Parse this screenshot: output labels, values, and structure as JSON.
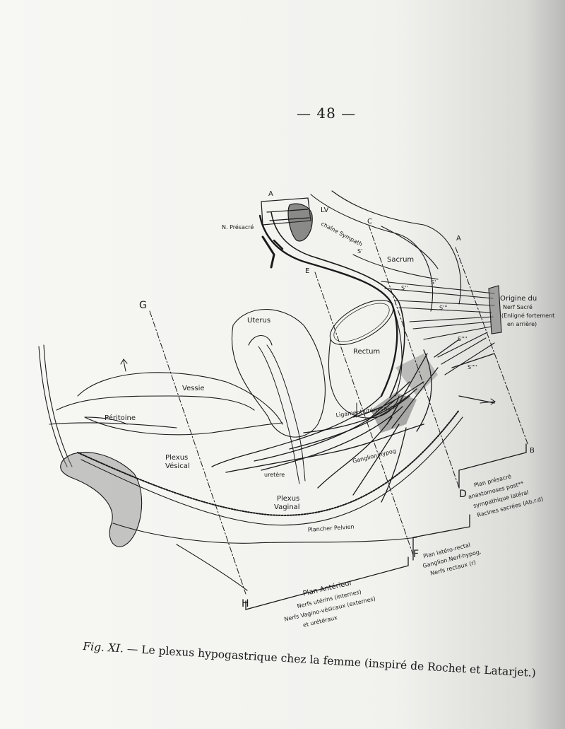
{
  "page_number": "— 48 —",
  "caption": {
    "prefix": "Fig. XI.",
    "text": "— Le plexus hypogastrique chez la femme (inspiré de Rochet et Latarjet.)"
  },
  "labels": {
    "plane_a_top": "A",
    "plane_a_right": "A",
    "plane_b": "B",
    "plane_c": "C",
    "plane_d": "D",
    "plane_e": "E",
    "plane_f": "F",
    "plane_g": "G",
    "plane_h": "H",
    "lv": "LV",
    "n_presacre": "N. Présacré",
    "chaine_sympath": "chaîne Sympath",
    "sacrum": "Sacrum",
    "s1": "S'",
    "s1b": "S'",
    "s2": "S''",
    "s3": "S'''",
    "s4": "S''''",
    "s5": "S''''",
    "origine_nerf_sacre": [
      "Origine du",
      "Nerf Sacré",
      "(Enligné fortement",
      "en arrière)"
    ],
    "uterus": "Uterus",
    "rectum": "Rectum",
    "vessie": "Vessie",
    "peritoine": "Péritoine",
    "plexus_vesical": [
      "Plexus",
      "Vésical"
    ],
    "plexus_vaginal": [
      "Plexus",
      "Vaginal"
    ],
    "uretere": "uretère",
    "ligament_utero_sacre": "Ligament utéro-sacré",
    "ganglion_hypog": "Ganglion hypog",
    "plancher_pelvien": "Plancher Pelvien",
    "plan_presacre": [
      "Plan présacré",
      "anastomoses post**",
      "sympathique latéral",
      "Racines sacrées (Ab.r.d)"
    ],
    "plan_latero_rectal": [
      "Plan latéro-rectal",
      "Ganglion.Nerf-hypog.",
      "Nerfs rectaux (r)"
    ],
    "plan_anterieur": [
      "Plan Antérieur",
      "Nerfs utérins (internes)",
      "Nerfs Vagino-vésicaux (externes)",
      "et urétéraux"
    ]
  },
  "colors": {
    "ink": "#1a1a1a",
    "paper": "#f4f4f1"
  }
}
